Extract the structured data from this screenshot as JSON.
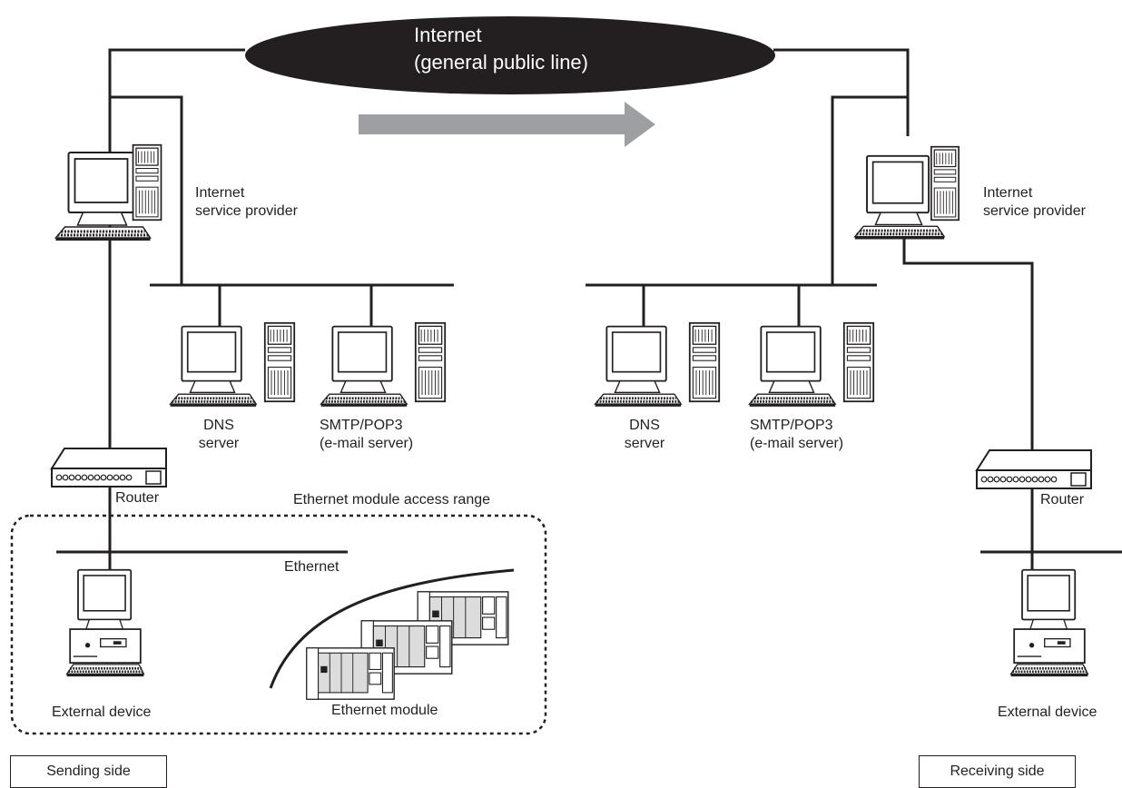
{
  "internet": {
    "line1": "Internet",
    "line2": "(general public line)"
  },
  "sending": {
    "isp": {
      "line1": "Internet",
      "line2": "service provider"
    },
    "dns": {
      "line1": "DNS",
      "line2": "server"
    },
    "mail": {
      "line1": "SMTP/POP3",
      "line2": "(e-mail server)"
    },
    "router": "Router",
    "access_range": "Ethernet module access range",
    "ethernet": "Ethernet",
    "external_device": "External device",
    "module": "Ethernet module",
    "side_label": "Sending side"
  },
  "receiving": {
    "isp": {
      "line1": "Internet",
      "line2": "service provider"
    },
    "dns": {
      "line1": "DNS",
      "line2": "server"
    },
    "mail": {
      "line1": "SMTP/POP3",
      "line2": "(e-mail server)"
    },
    "router": "Router",
    "external_device": "External device",
    "side_label": "Receiving side"
  },
  "colors": {
    "line": "#231f20",
    "cloud": "#231f20",
    "arrow": "#9d9fa2",
    "device_fill": "#ffffff",
    "module_fill": "#dcdcdc"
  }
}
